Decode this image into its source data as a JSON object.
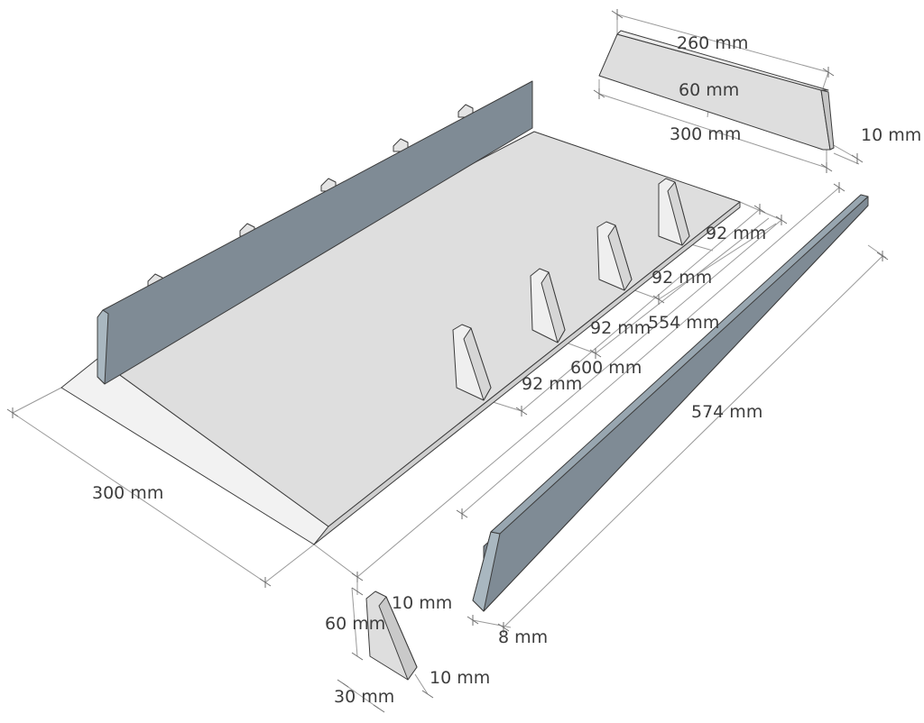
{
  "colors": {
    "panel_light": "#dedede",
    "panel_edge": "#f2f2f2",
    "panel_dark": "#7f8b95",
    "panel_dark_edge": "#a9b7c0",
    "outline": "#3c3c3c",
    "dimension_line": "#9a9a9a",
    "label_text": "#3d3d3d"
  },
  "dimensions": {
    "base_width": "300 mm",
    "base_length": "600 mm",
    "inner_length": "554 mm",
    "spacing_1": "92 mm",
    "spacing_2": "92 mm",
    "spacing_3": "92 mm",
    "spacing_4": "92 mm",
    "rail_length": "574 mm",
    "rail_thickness": "8 mm",
    "front_top_length": "260 mm",
    "front_height": "60 mm",
    "front_bottom_length": "300 mm",
    "front_thickness": "10 mm",
    "bracket_top": "10 mm",
    "bracket_height": "60 mm",
    "bracket_base": "30 mm",
    "bracket_thickness": "10 mm"
  }
}
